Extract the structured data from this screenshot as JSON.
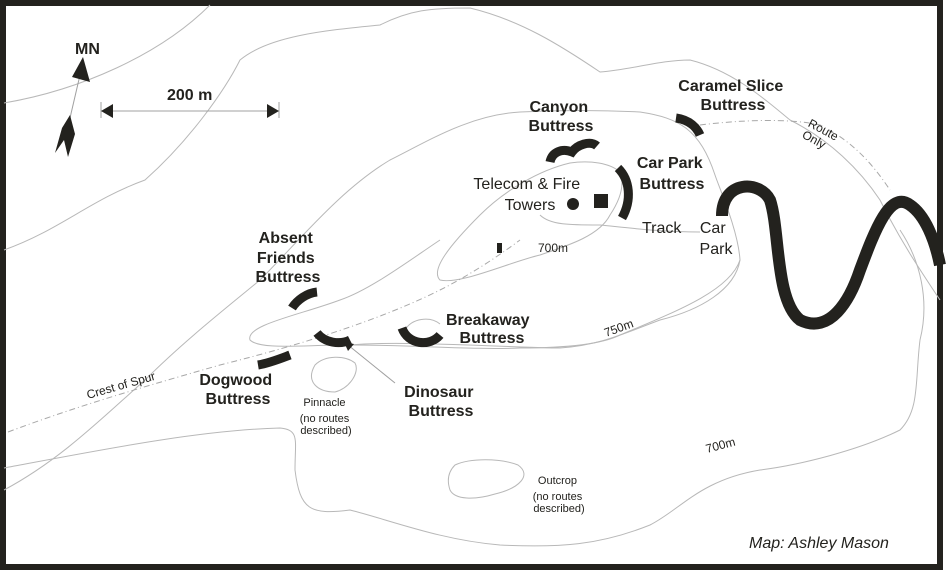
{
  "map": {
    "north_label": "MN",
    "scale_label": "200 m",
    "credit": "Map: Ashley Mason",
    "colors": {
      "ink": "#23221e",
      "contour": "#b8b8b8",
      "paper": "#ffffff"
    },
    "crags": {
      "caramel_slice": [
        "Caramel Slice",
        "Buttress"
      ],
      "canyon": [
        "Canyon",
        "Buttress"
      ],
      "car_park": [
        "Car Park",
        "Buttress"
      ],
      "absent_friends": [
        "Absent",
        "Friends",
        "Buttress"
      ],
      "breakaway": [
        "Breakaway",
        "Buttress"
      ],
      "dogwood": [
        "Dogwood",
        "Buttress"
      ],
      "dinosaur": [
        "Dinosaur",
        "Buttress"
      ]
    },
    "features": {
      "towers": [
        "Telecom & Fire",
        "Towers"
      ],
      "track": "Track",
      "car_park": [
        "Car",
        "Park"
      ],
      "route_only": [
        "Route",
        "Only"
      ],
      "crest": "Crest of Spur",
      "pinnacle": [
        "Pinnacle",
        "(no routes",
        "described)"
      ],
      "outcrop": [
        "Outcrop",
        "(no routes",
        "described)"
      ]
    },
    "contours": {
      "inner": "700m",
      "middle": "750m",
      "outer": "700m"
    }
  }
}
